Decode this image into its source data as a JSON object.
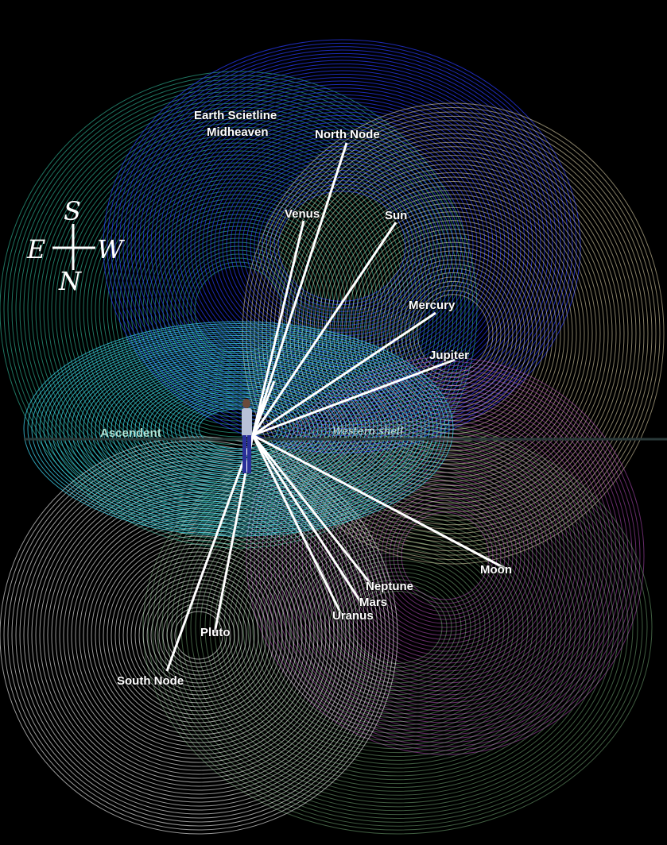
{
  "compass": {
    "north": "S",
    "south": "N",
    "east": "E",
    "west": "W"
  },
  "horizon_label": "Western shell",
  "ascendant_label": "Ascendent",
  "planet_lines": [
    {
      "id": "earth-scietline",
      "label": "Earth Scietline"
    },
    {
      "id": "midheaven",
      "label": "Midheaven"
    },
    {
      "id": "north-node",
      "label": "North Node"
    },
    {
      "id": "venus",
      "label": "Venus"
    },
    {
      "id": "sun",
      "label": "Sun"
    },
    {
      "id": "mercury",
      "label": "Mercury"
    },
    {
      "id": "jupiter",
      "label": "Jupiter"
    },
    {
      "id": "moon",
      "label": "Moon"
    },
    {
      "id": "neptune",
      "label": "Neptune"
    },
    {
      "id": "mars",
      "label": "Mars"
    },
    {
      "id": "uranus",
      "label": "Uranus"
    },
    {
      "id": "pluto",
      "label": "Pluto"
    },
    {
      "id": "south-node",
      "label": "South Node"
    }
  ],
  "colors": {
    "background": "#000000",
    "ascendant_disc": "#3fd6f0",
    "blue_shell": "#2a3cff",
    "cream_shell": "#f2e6b8",
    "magenta_shell": "#e060e8",
    "green_shell": "#9de8a0",
    "white_shell": "#ffffff",
    "lines": "#ffffff"
  }
}
